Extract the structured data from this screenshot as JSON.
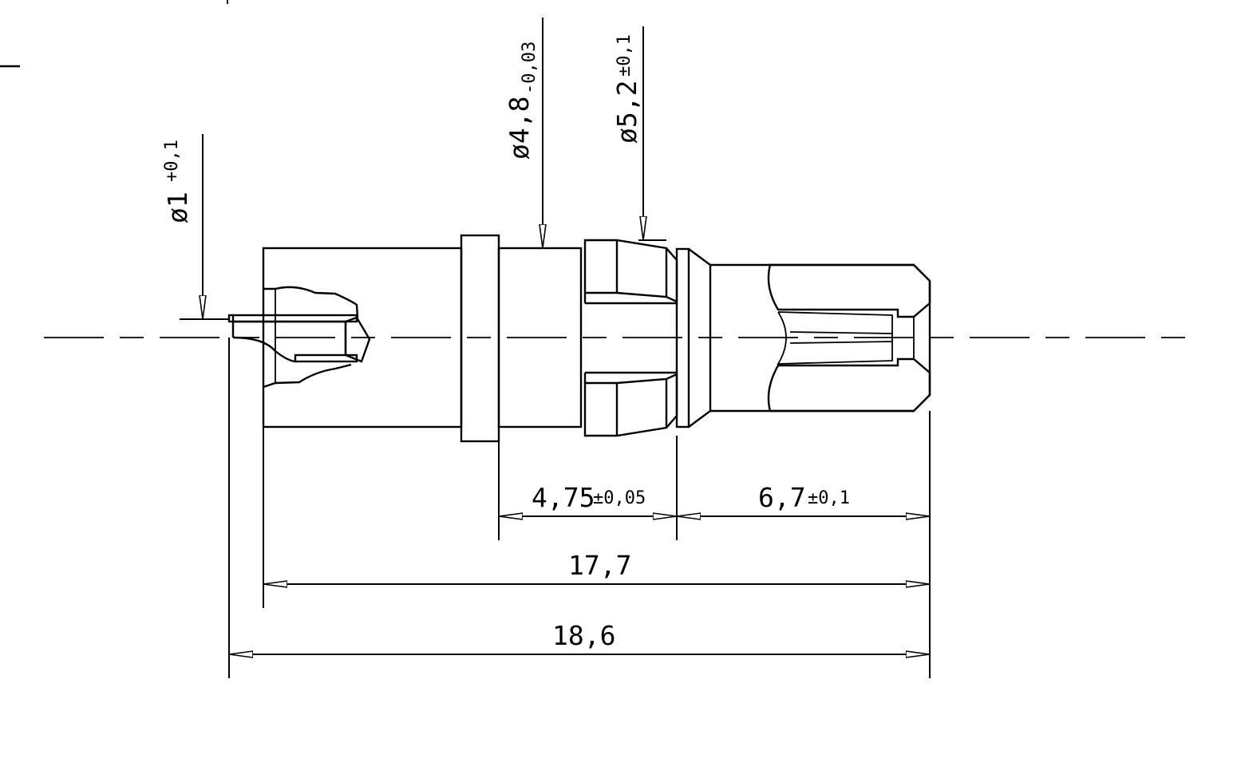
{
  "drawing": {
    "dimensions": {
      "pin_diameter": {
        "value": "ø1",
        "tolerance": "+0,1"
      },
      "body_diameter": {
        "value": "ø4,8",
        "tolerance": "-0,03"
      },
      "collet_diameter": {
        "value": "ø5,2",
        "tolerance": "±0,1"
      },
      "collet_length": {
        "value": "4,75",
        "tolerance": "±0,05"
      },
      "rear_length": {
        "value": "6,7",
        "tolerance": "±0,1"
      },
      "body_length": {
        "value": "17,7"
      },
      "overall_length": {
        "value": "18,6"
      }
    }
  }
}
